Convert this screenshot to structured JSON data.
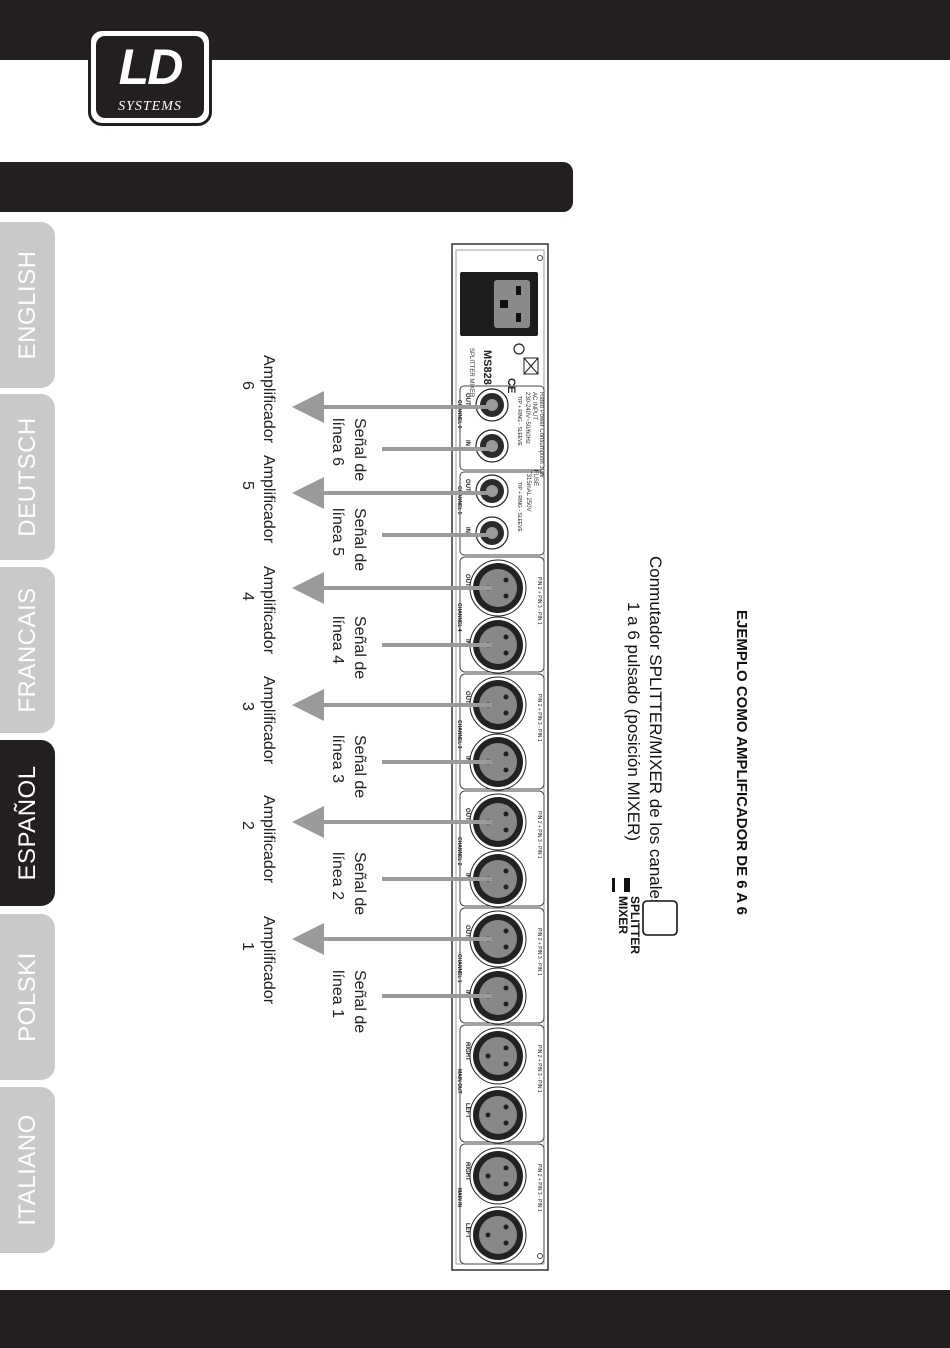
{
  "brand": {
    "logo_main": "LD",
    "logo_sub": "SYSTEMS"
  },
  "languages": [
    {
      "label": "ENGLISH",
      "active": false
    },
    {
      "label": "DEUTSCH",
      "active": false
    },
    {
      "label": "FRANCAIS",
      "active": false
    },
    {
      "label": "ESPAÑOL",
      "active": true
    },
    {
      "label": "POLSKI",
      "active": false
    },
    {
      "label": "ITALIANO",
      "active": false
    }
  ],
  "section": {
    "title": "EJEMPLO COMO AMPLIFICADOR DE 6 A 6",
    "description_line1": "Conmutador SPLITTER/MIXER de los canales",
    "description_line2": "1 a 6 pulsado (posición MIXER)",
    "switch_splitter": "SPLITTER",
    "switch_mixer": "MIXER"
  },
  "amplifiers": [
    {
      "name": "Amplificador",
      "number": "1"
    },
    {
      "name": "Amplificador",
      "number": "2"
    },
    {
      "name": "Amplificador",
      "number": "3"
    },
    {
      "name": "Amplificador",
      "number": "4"
    },
    {
      "name": "Amplificador",
      "number": "5"
    },
    {
      "name": "Amplificador",
      "number": "6"
    }
  ],
  "line_signals": [
    {
      "line1": "Señal de",
      "line2": "línea 1"
    },
    {
      "line1": "Señal de",
      "line2": "línea 2"
    },
    {
      "line1": "Señal de",
      "line2": "línea 3"
    },
    {
      "line1": "Señal de",
      "line2": "línea 4"
    },
    {
      "line1": "Señal de",
      "line2": "línea 5"
    },
    {
      "line1": "Señal de",
      "line2": "línea 6"
    }
  ],
  "panel": {
    "model": "MS828",
    "subtitle": "SPLITTER MIXER",
    "rated_power": "Rated Power Consumption 10W",
    "ac_input": "AC INPUT",
    "voltage": "230-240V~50/60Hz",
    "fuse": "FUSE",
    "fuse_rating": "T315mAL 250V",
    "channel_labels": [
      "CHANNEL 1",
      "CHANNEL 2",
      "CHANNEL 3",
      "CHANNEL 4",
      "CHANNEL 5",
      "CHANNEL 6"
    ],
    "main_out": "MAIN OUT",
    "main_in": "MAIN IN",
    "jack_in": "IN",
    "jack_out": "OUT",
    "left": "LEFT",
    "right": "RIGHT",
    "pin_legend": "PIN 2 + PIN 3 - PIN 1",
    "jack_legend": "TIP + RING - SLEEVE"
  }
}
